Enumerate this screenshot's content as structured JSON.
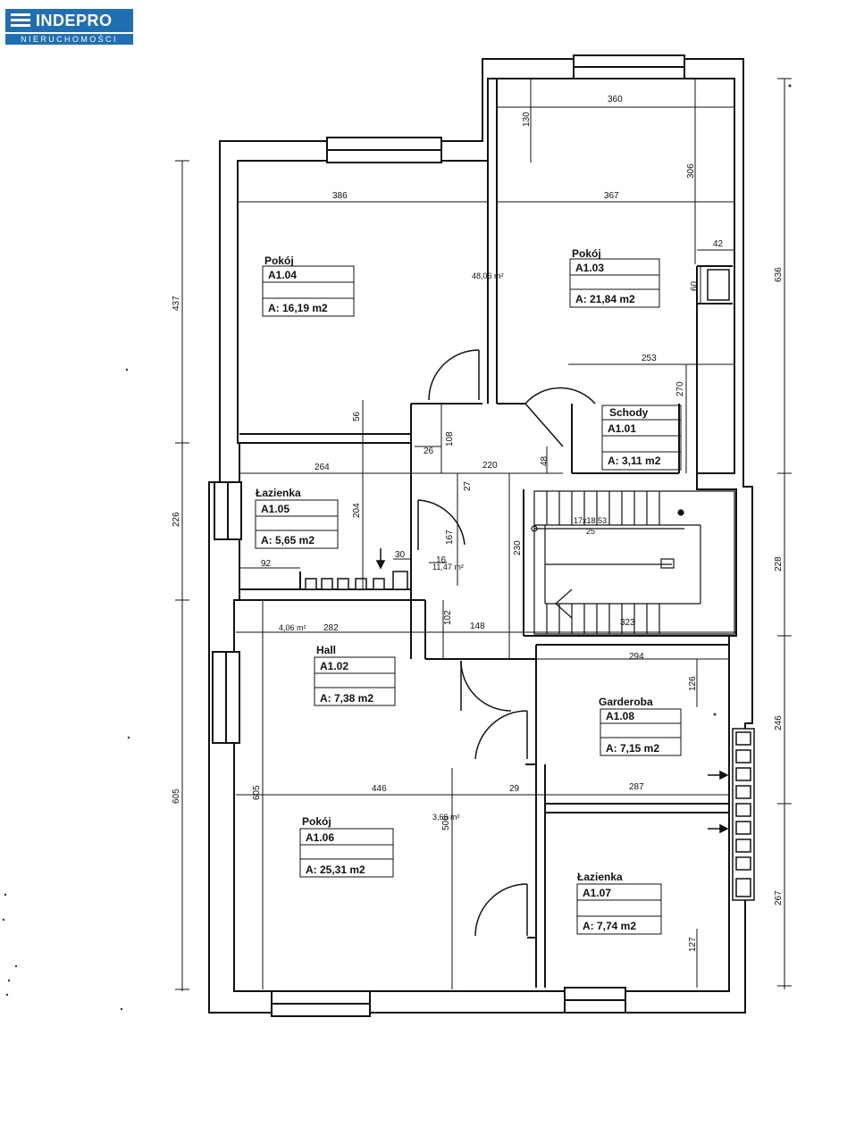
{
  "brand": {
    "name": "INDEPRO",
    "tagline": "NIERUCHOMOŚCI",
    "color": "#1f6fb5"
  },
  "rooms": [
    {
      "id": "a104",
      "name": "Pokój",
      "code": "A1.04",
      "area": "A: 16,19 m2"
    },
    {
      "id": "a103",
      "name": "Pokój",
      "code": "A1.03",
      "area": "A: 21,84 m2"
    },
    {
      "id": "a101",
      "name": "Schody",
      "code": "A1.01",
      "area": "A: 3,11 m2"
    },
    {
      "id": "a105",
      "name": "Łazienka",
      "code": "A1.05",
      "area": "A: 5,65 m2"
    },
    {
      "id": "a102",
      "name": "Hall",
      "code": "A1.02",
      "area": "A: 7,38 m2"
    },
    {
      "id": "a108",
      "name": "Garderoba",
      "code": "A1.08",
      "area": "A: 7,15 m2"
    },
    {
      "id": "a106",
      "name": "Pokój",
      "code": "A1.06",
      "area": "A: 25,31 m2"
    },
    {
      "id": "a107",
      "name": "Łazienka",
      "code": "A1.07",
      "area": "A: 7,74 m2"
    }
  ],
  "dimensions": {
    "d386": "386",
    "d367": "367",
    "d360": "360",
    "d130": "130",
    "d306": "306",
    "d42": "42",
    "d60": "60",
    "d636": "636",
    "d437": "437",
    "d253": "253",
    "d270": "270",
    "d56": "56",
    "d26": "26",
    "d108": "108",
    "d264": "264",
    "d220": "220",
    "d48": "48",
    "d27": "27",
    "d204": "204",
    "d226": "226",
    "d167": "167",
    "d230": "230",
    "d228": "228",
    "d92": "92",
    "d30": "30",
    "d16": "16",
    "d282": "282",
    "d102": "102",
    "d148": "148",
    "d323": "323",
    "d294": "294",
    "d126": "126",
    "d246": "246",
    "d605a": "605",
    "d605b": "605",
    "d446": "446",
    "d29": "29",
    "d287": "287",
    "d506": "506",
    "d127": "127",
    "d267": "267"
  },
  "annotations": {
    "area_4806": "48,06 m²",
    "area_1147": "11,47 m²",
    "area_406": "4,06 m²",
    "area_366": "3,66 m²",
    "stairs_calc": "17x18,53",
    "stairs_25": "25"
  }
}
